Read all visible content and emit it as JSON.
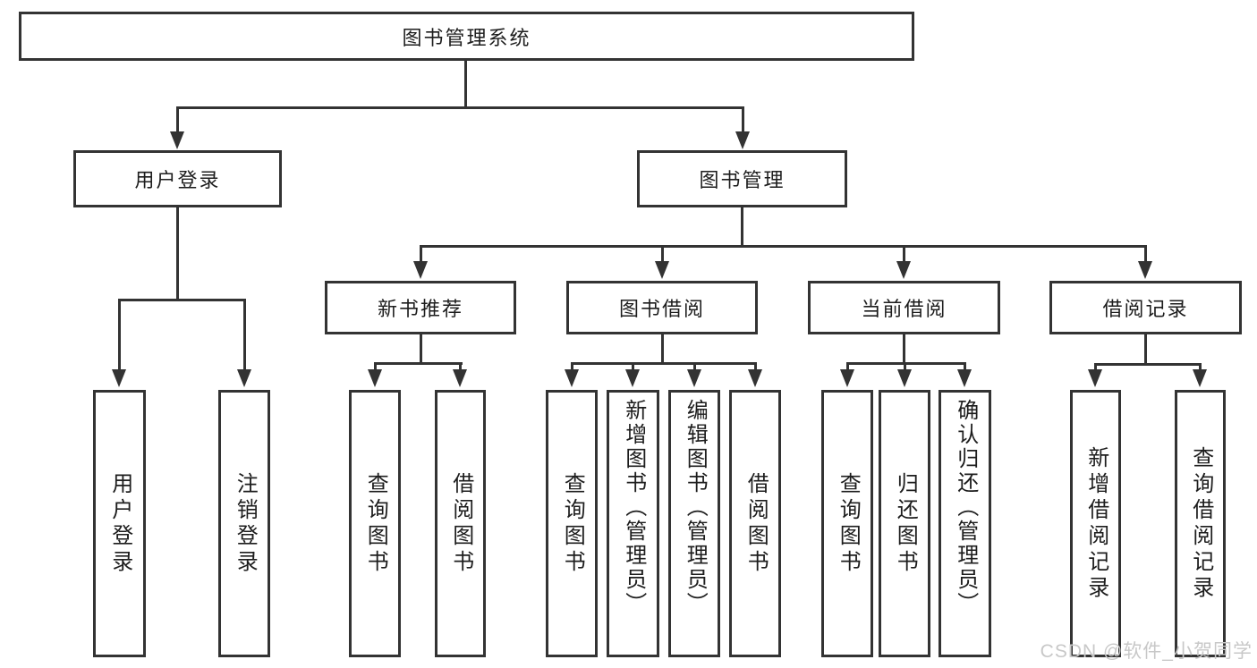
{
  "nodes": {
    "root": "图书管理系统",
    "user_login": "用户登录",
    "book_mgmt": "图书管理",
    "new_book_rec": "新书推荐",
    "book_borrow": "图书借阅",
    "current_borrow": "当前借阅",
    "borrow_records": "借阅记录",
    "ul_login": "用户登录",
    "ul_logout": "注销登录",
    "nbr_query": "查询图书",
    "nbr_borrow": "借阅图书",
    "bb_query": "查询图书",
    "bb_add": "新增图书（管理员）",
    "bb_edit": "编辑图书（管理员）",
    "bb_borrow": "借阅图书",
    "cb_query": "查询图书",
    "cb_return": "归还图书",
    "cb_confirm": "确认归还（管理员）",
    "br_add": "新增借阅记录",
    "br_query": "查询借阅记录"
  },
  "watermark": "CSDN @软件_小贺同学",
  "colors": {
    "line": "#333333",
    "text": "#1d1d1d",
    "watermark": "#c8c8c8",
    "background": "#ffffff"
  }
}
